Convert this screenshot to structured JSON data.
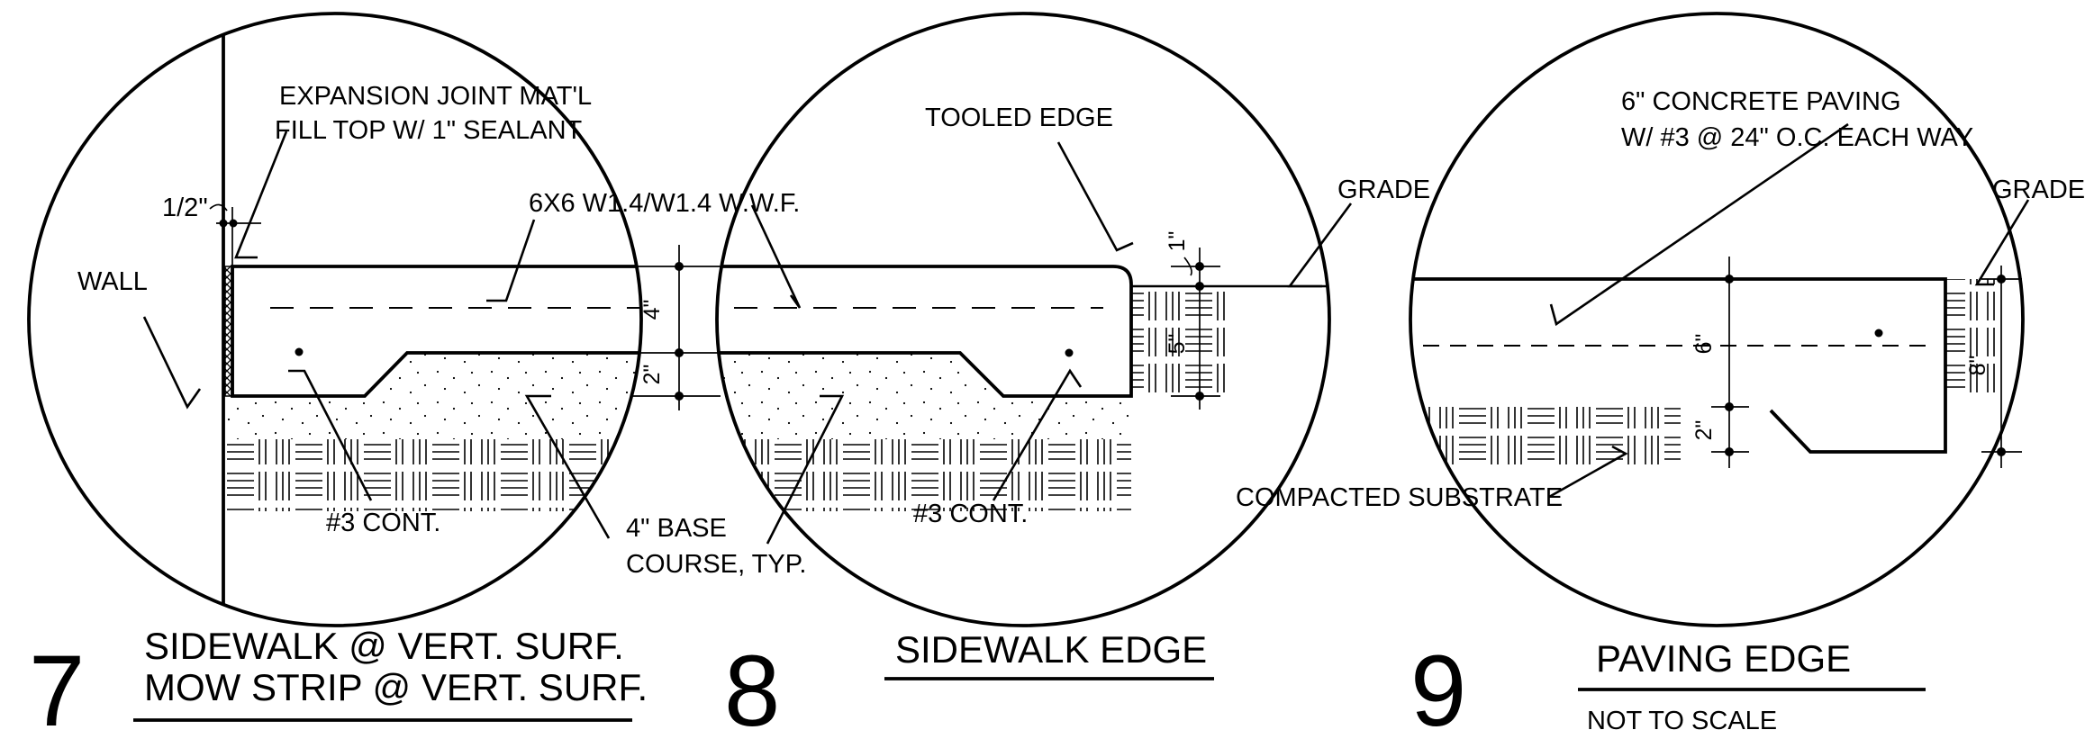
{
  "details": [
    {
      "number": "7",
      "title_lines": [
        "SIDEWALK @ VERT. SURF.",
        "MOW STRIP @ VERT. SURF."
      ],
      "labels": {
        "expansion_joint_1": "EXPANSION JOINT MAT'L",
        "expansion_joint_2": "FILL TOP W/ 1\" SEALANT",
        "half_inch": "1/2\"",
        "wwf": "6X6 W1.4/W1.4 W.W.F.",
        "wall": "WALL",
        "rebar": "#3 CONT.",
        "base_course_1": "4\" BASE",
        "base_course_2": "COURSE, TYP.",
        "dim_4": "4\"",
        "dim_2": "2\""
      }
    },
    {
      "number": "8",
      "title_lines": [
        "SIDEWALK EDGE"
      ],
      "labels": {
        "tooled_edge": "TOOLED EDGE",
        "grade": "GRADE",
        "rebar": "#3 CONT.",
        "dim_1": "1\"",
        "dim_5": "5\""
      }
    },
    {
      "number": "9",
      "title_lines": [
        "PAVING EDGE"
      ],
      "subtitle": "NOT TO SCALE",
      "labels": {
        "paving_1": "6\" CONCRETE PAVING",
        "paving_2": "W/ #3 @ 24\" O.C. EACH WAY",
        "grade": "GRADE",
        "substrate": "COMPACTED SUBSTRATE",
        "dim_6": "6\"",
        "dim_2": "2\"",
        "dim_8": "8\""
      }
    }
  ]
}
